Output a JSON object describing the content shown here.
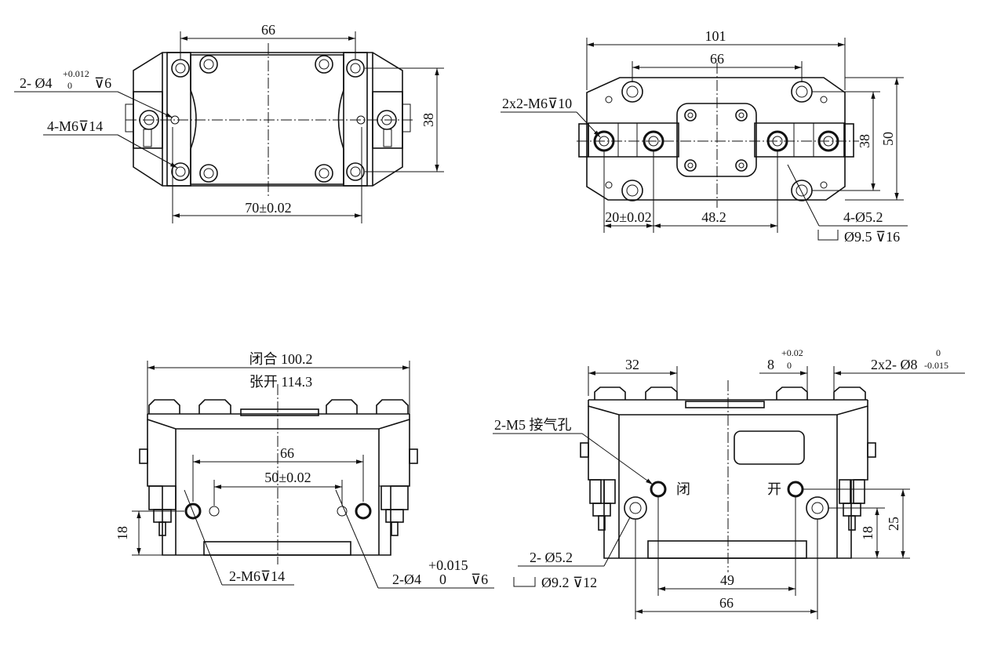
{
  "top_left": {
    "dim_66": "66",
    "dim_38": "38",
    "dim_70": "70±0.02",
    "pin_hole_prefix": "2- Ø4",
    "pin_tol_upper": "+0.012",
    "pin_tol_lower": "0",
    "pin_depth": "⊽6",
    "thread": "4-M6⊽14"
  },
  "top_right": {
    "dim_101": "101",
    "dim_66": "66",
    "dim_38": "38",
    "dim_50": "50",
    "dim_20": "20±0.02",
    "dim_48": "48.2",
    "thread": "2x2-M6⊽10",
    "hole": "4-Ø5.2",
    "cbore": "Ø9.5 ⊽16"
  },
  "bottom_left": {
    "closed": "闭合 100.2",
    "open": "张开 114.3",
    "dim_66": "66",
    "dim_50": "50±0.02",
    "dim_18": "18",
    "thread": "2-M6⊽14",
    "pin_prefix": "2-Ø4",
    "pin_tol_upper": "+0.015",
    "pin_tol_lower": "0",
    "pin_depth": "⊽6"
  },
  "bottom_right": {
    "dim_32": "32",
    "dim_8": "8",
    "dim_8_tol_upper": "+0.02",
    "dim_8_tol_lower": "0",
    "pin_prefix": "2x2- Ø8",
    "pin_tol_upper": "0",
    "pin_tol_lower": "-0.015",
    "air_port": "2-M5 接气孔",
    "close_port": "闭",
    "open_port": "开",
    "hole": "2- Ø5.2",
    "cbore": "Ø9.2 ⊽12",
    "dim_49": "49",
    "dim_66": "66",
    "dim_18": "18",
    "dim_25": "25"
  }
}
